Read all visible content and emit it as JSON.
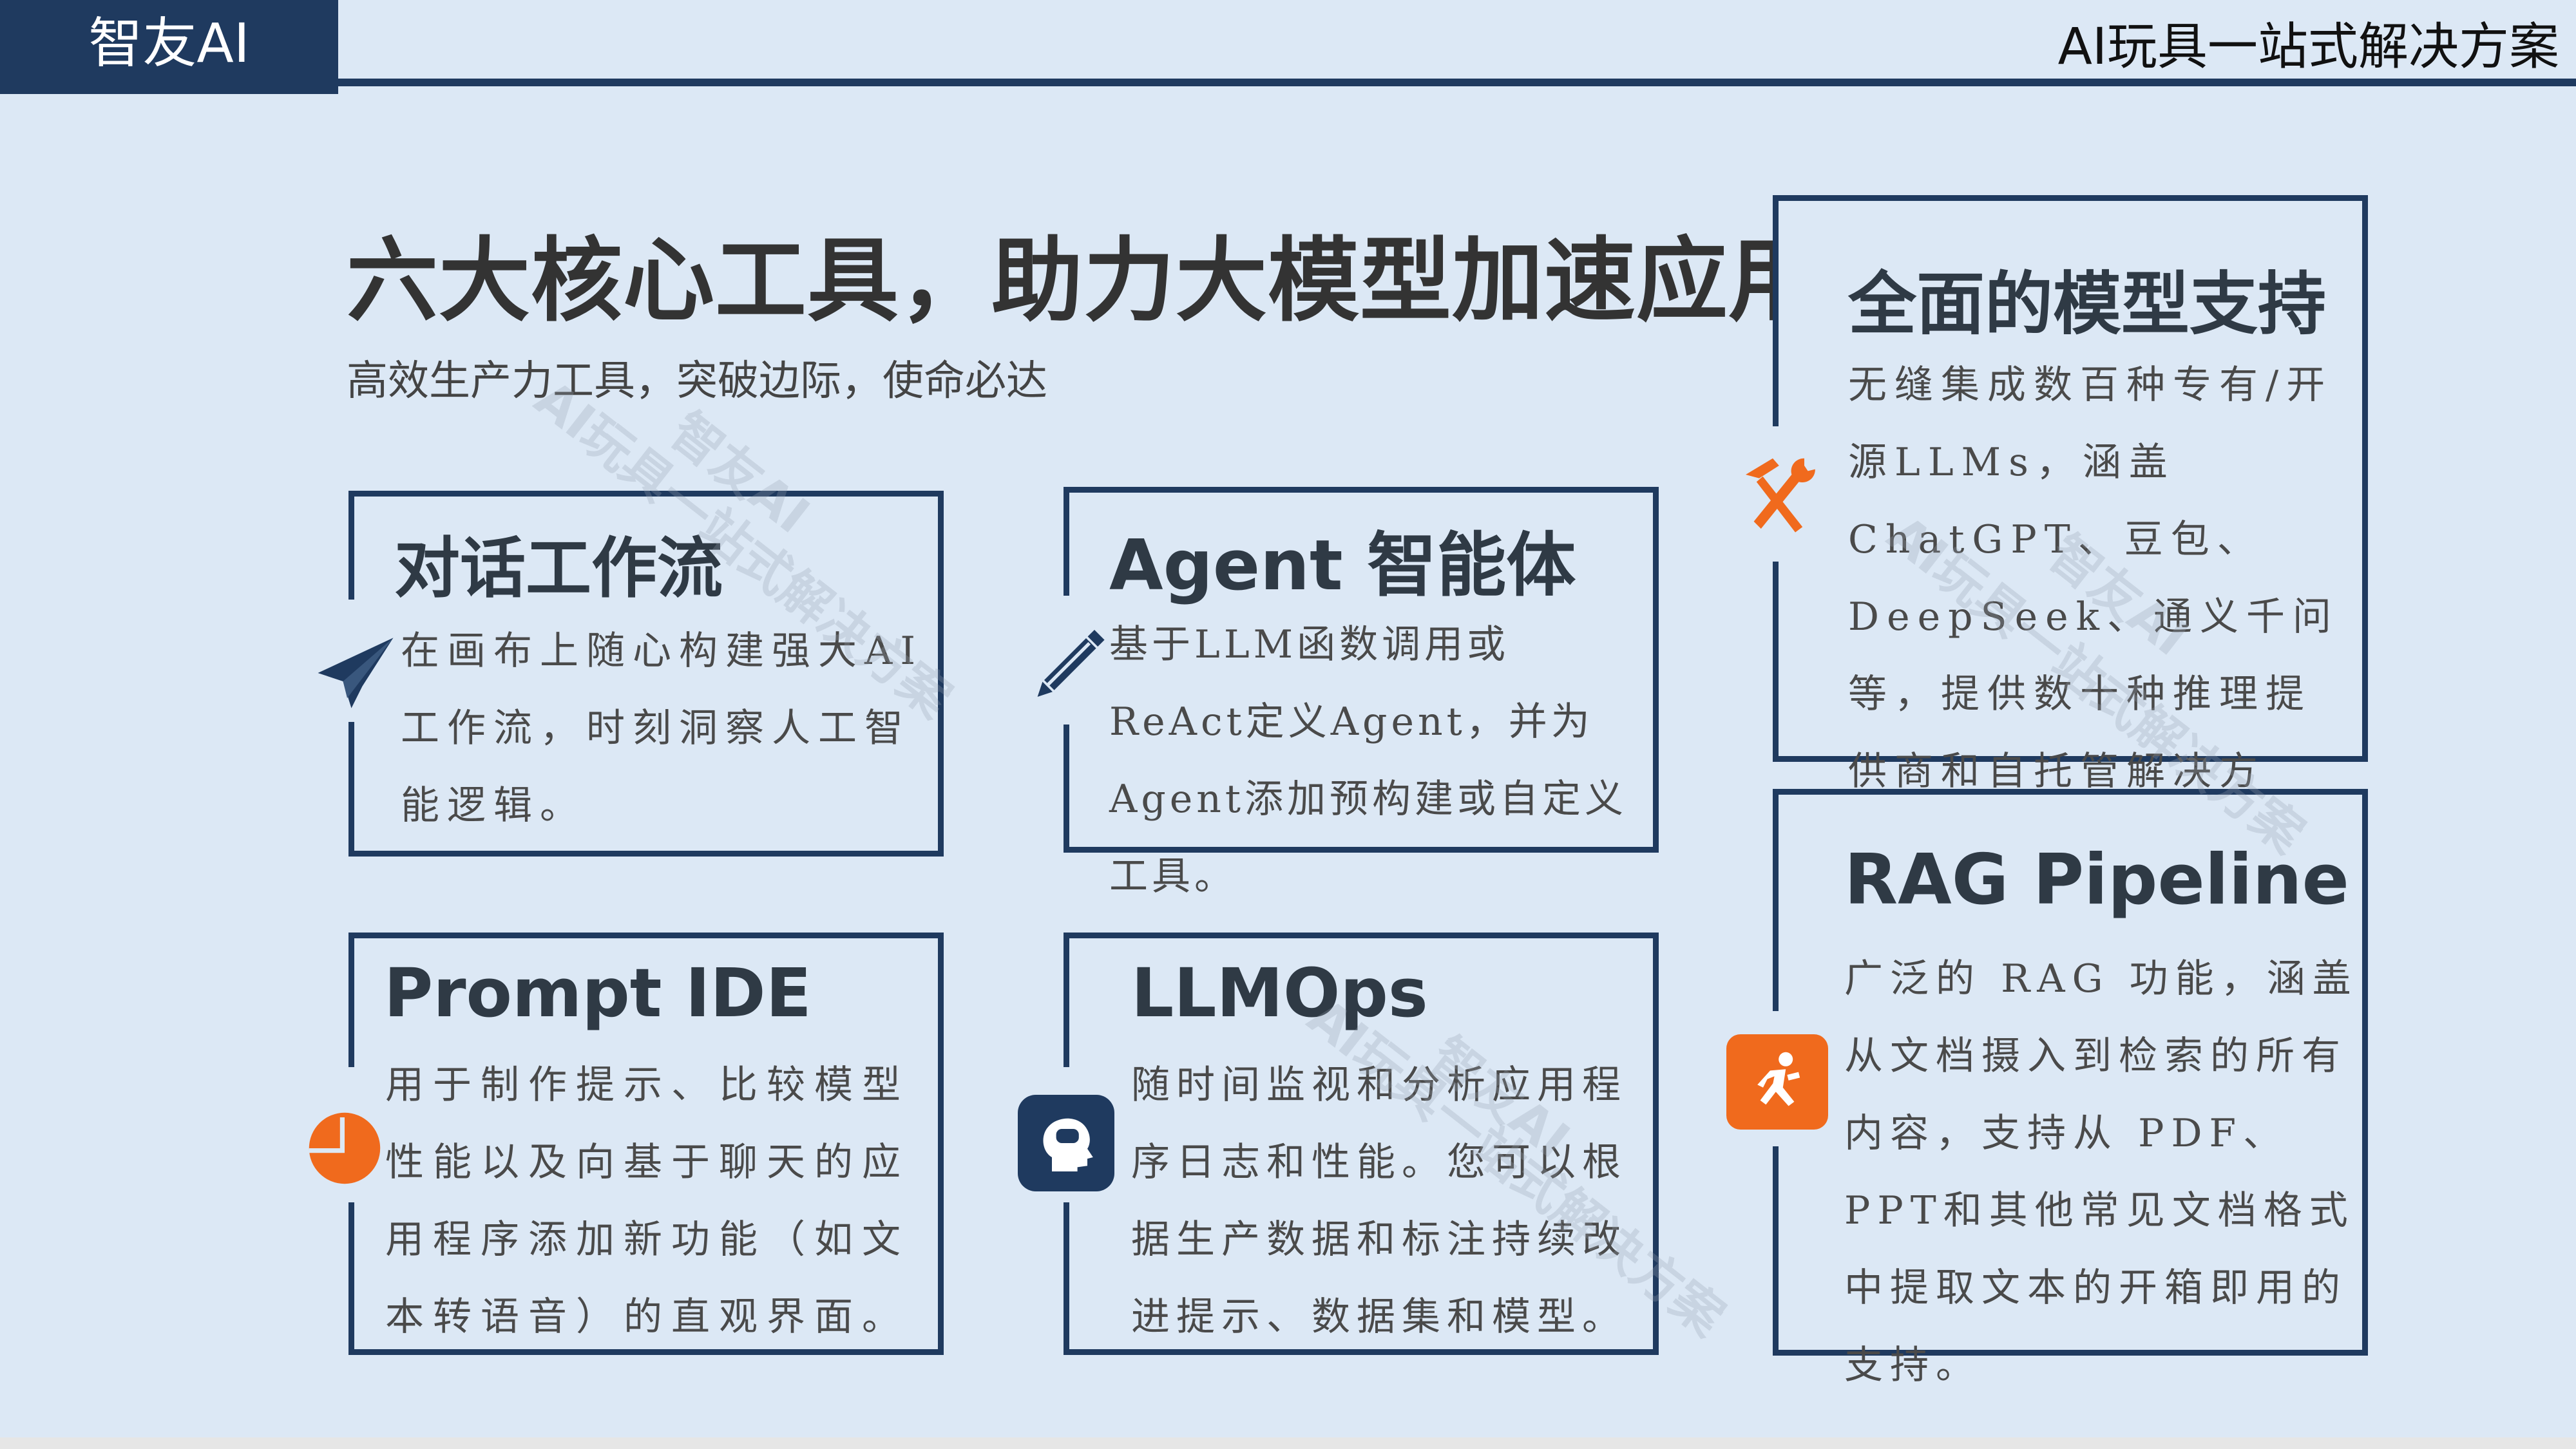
{
  "header": {
    "brand": "智友AI",
    "title": "AI玩具一站式解决方案"
  },
  "page": {
    "headline": "六大核心工具，助力大模型加速应用",
    "subheadline": "高效生产力工具，突破边际，使命必达"
  },
  "cards": [
    {
      "title": "对话工作流",
      "body": "在画布上随心构建强大AI工作流，时刻洞察人工智能逻辑。",
      "icon": "paper-plane-icon"
    },
    {
      "title": "Agent 智能体",
      "body": "基于LLM函数调用或ReAct定义Agent，并为Agent添加预构建或自定义工具。",
      "icon": "pencil-icon"
    },
    {
      "title": "全面的模型支持",
      "body": "无缝集成数百种专有/开源LLMs，涵盖 ChatGPT、豆包、DeepSeek、通义千问等，提供数十种推理提供商和自托管解决方案。",
      "icon": "tools-icon"
    },
    {
      "title": "Prompt IDE",
      "body": "用于制作提示、比较模型性能以及向基于聊天的应用程序添加新功能（如文本转语音）的直观界面。",
      "icon": "pie-chart-icon"
    },
    {
      "title": "LLMOps",
      "body": "随时间监视和分析应用程序日志和性能。您可以根据生产数据和标注持续改进提示、数据集和模型。",
      "icon": "head-brain-icon"
    },
    {
      "title": "RAG Pipeline",
      "body": "广泛的 RAG 功能，涵盖从文档摄入到检索的所有内容，支持从 PDF、PPT和其他常见文档格式中提取文本的开箱即用的支持。",
      "icon": "runner-icon"
    }
  ],
  "watermark": {
    "line1": "AI玩具一站式解决方案",
    "line2": "智友AI"
  },
  "colors": {
    "navy": "#1f3a5f",
    "background": "#dce8f5",
    "orange": "#f06a1d"
  }
}
